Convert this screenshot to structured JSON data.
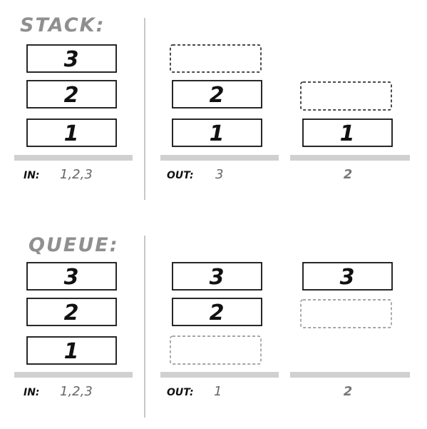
{
  "stack": {
    "title": "STACK:",
    "boxes": [
      "3",
      "2",
      "1"
    ],
    "in_label": "IN:",
    "in_value": "1,2,3",
    "step1": {
      "boxes": [
        "2",
        "1"
      ],
      "out_label": "OUT:",
      "out_value": "3"
    },
    "step2": {
      "boxes": [
        "1"
      ],
      "out_value": "2"
    }
  },
  "queue": {
    "title": "QUEUE:",
    "boxes": [
      "3",
      "2",
      "1"
    ],
    "in_label": "IN:",
    "in_value": "1,2,3",
    "step1": {
      "boxes": [
        "3",
        "2"
      ],
      "out_label": "OUT:",
      "out_value": "1"
    },
    "step2": {
      "boxes": [
        "3"
      ],
      "out_value": "2"
    }
  },
  "colors": {
    "ink": "#111111",
    "title_gray": "#8f8f8f",
    "shelf_gray": "#d0d0d0",
    "divider_gray": "#c8c8c8",
    "dashed_queue": "#888888"
  }
}
